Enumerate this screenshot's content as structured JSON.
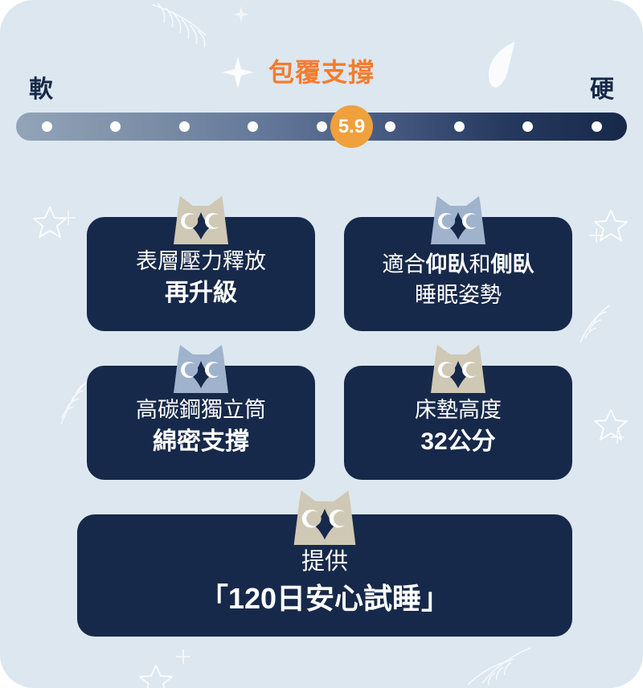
{
  "theme": {
    "background": "#dce7f0",
    "card_background": "#17294a",
    "accent_orange": "#f47c2e",
    "badge_orange": "#f0a03c",
    "text_dark": "#17294a",
    "owl_beige": "#cfc8b4",
    "owl_blue": "#9fb3cd"
  },
  "scale": {
    "title": "包覆支撐",
    "soft_label": "軟",
    "firm_label": "硬",
    "value": "5.9",
    "dot_count": 9,
    "min": 1,
    "max": 10
  },
  "cards": [
    {
      "id": "card-1",
      "owl_color": "#cfc8b4",
      "owl_name": "owl-icon-beige",
      "line1": "表層壓力釋放",
      "line2": "再升級"
    },
    {
      "id": "card-2",
      "owl_color": "#9fb3cd",
      "owl_name": "owl-icon-blue",
      "line1_parts": [
        {
          "text": "適合",
          "bold": false
        },
        {
          "text": "仰臥",
          "bold": true
        },
        {
          "text": "和",
          "bold": false
        },
        {
          "text": "側臥",
          "bold": true
        }
      ],
      "line1": "適合仰臥和側臥",
      "line2": "睡眠姿勢",
      "line2_bold": false
    },
    {
      "id": "card-3",
      "owl_color": "#9fb3cd",
      "owl_name": "owl-icon-blue",
      "line1": "高碳鋼獨立筒",
      "line2": "綿密支撐"
    },
    {
      "id": "card-4",
      "owl_color": "#cfc8b4",
      "owl_name": "owl-icon-beige",
      "line1": "床墊高度",
      "line2": "32公分"
    },
    {
      "id": "card-5",
      "owl_color": "#cfc8b4",
      "owl_name": "owl-icon-beige",
      "line1": "提供",
      "line2": "「120日安心試睡」"
    }
  ],
  "decorations": {
    "moon": "crescent-moon",
    "stars": 9,
    "feathers": 4
  }
}
